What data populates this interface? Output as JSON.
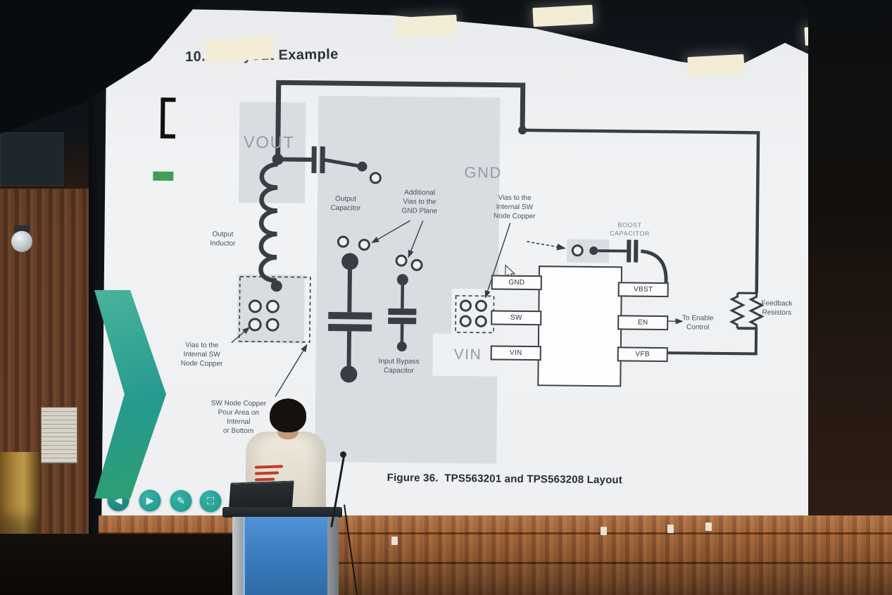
{
  "slide": {
    "section_number": "10.2",
    "section_name": "Layout Example",
    "figure_caption": "Figure 36.  TPS563201 and TPS563208 Layout",
    "net_labels": {
      "vout": "VOUT",
      "gnd": "GND",
      "vin": "VIN"
    },
    "ic_pins": {
      "left": [
        "GND",
        "SW",
        "VIN"
      ],
      "right": [
        "VBST",
        "EN",
        "VFB"
      ]
    },
    "annotations": {
      "output_capacitor": "Output\nCapacitor",
      "output_inductor": "Output\nInductor",
      "additional_vias": "Additional\nVias to the\nGND Plane",
      "vias_internal_sw_right": "Vias to the\nInternal SW\nNode Copper",
      "vias_internal_sw_left": "Vias to the\nInternal SW\nNode Copper",
      "sw_node_pour": "SW Node Copper\nPour Area on\nInternal\nor Bottom",
      "input_bypass_capacitor": "Input Bypass\nCapacitor",
      "boost_capacitor": "BOOST\nCAPACITOR",
      "to_enable_control": "To Enable\nControl",
      "feedback_resistors": "Feedback\nResistors"
    }
  },
  "toolbar": {
    "buttons": [
      {
        "name": "back",
        "glyph": "◀"
      },
      {
        "name": "next",
        "glyph": "▶"
      },
      {
        "name": "pen",
        "glyph": "✎"
      },
      {
        "name": "fullscreen",
        "glyph": "⛶"
      }
    ]
  },
  "colors": {
    "accent_teal": "#2aa79d",
    "copper_gray": "#d8dde2",
    "wire_dark": "#383e44",
    "podium_blue": "#3f84c9",
    "wood_brown": "#a2663a"
  }
}
